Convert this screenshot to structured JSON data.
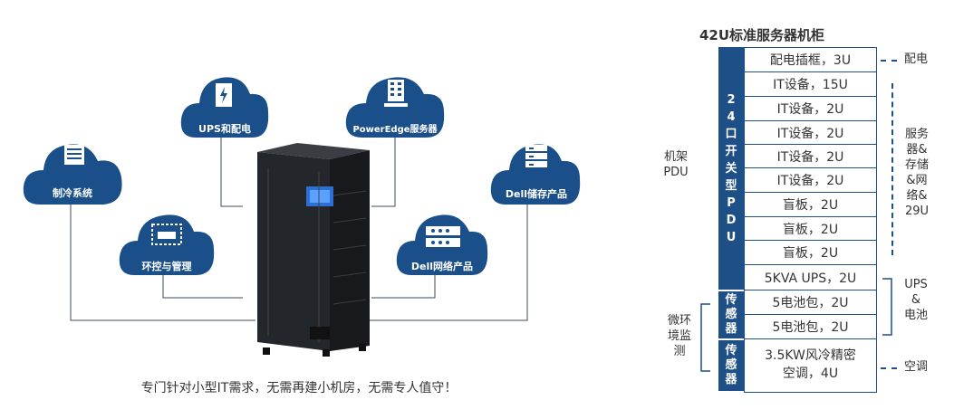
{
  "clouds": {
    "cooling": "制冷系统",
    "ups": "UPS和配电",
    "server": "PowerEdge服务器",
    "storage": "Dell储存产品",
    "monitor": "环控与管理",
    "network": "Dell网络产品"
  },
  "caption": "专门针对小型IT需求，无需再建小机房，无需专人值守！",
  "rack": {
    "title": "42U标准服务器机柜",
    "pdu_bar": [
      "2",
      "4",
      "口",
      "开",
      "关",
      "型",
      "P",
      "D",
      "U"
    ],
    "sensor1": [
      "传",
      "感",
      "器"
    ],
    "sensor2": [
      "传",
      "感",
      "器"
    ],
    "slots": [
      "配电插框，3U",
      "IT设备，15U",
      "IT设备，2U",
      "IT设备，2U",
      "IT设备，2U",
      "IT设备，2U",
      "盲板，2U",
      "盲板，2U",
      "盲板，2U",
      "5KVA UPS，2U",
      "5电池包，2U",
      "5电池包，2U"
    ],
    "last_slot": [
      "3.5KW风冷精密",
      "空调，4U"
    ],
    "left_labels": {
      "pdu": [
        "机架",
        "PDU"
      ],
      "monitor": [
        "微环",
        "境监",
        "测"
      ]
    },
    "right_labels": {
      "power": "配电",
      "server": [
        "服务",
        "器&",
        "存储",
        "&网",
        "络&",
        "29U"
      ],
      "ups": [
        "UPS",
        "&",
        "电池"
      ],
      "ac": "空调"
    }
  },
  "colors": {
    "brand": "#1a4f8a",
    "line": "#1f4f87"
  }
}
